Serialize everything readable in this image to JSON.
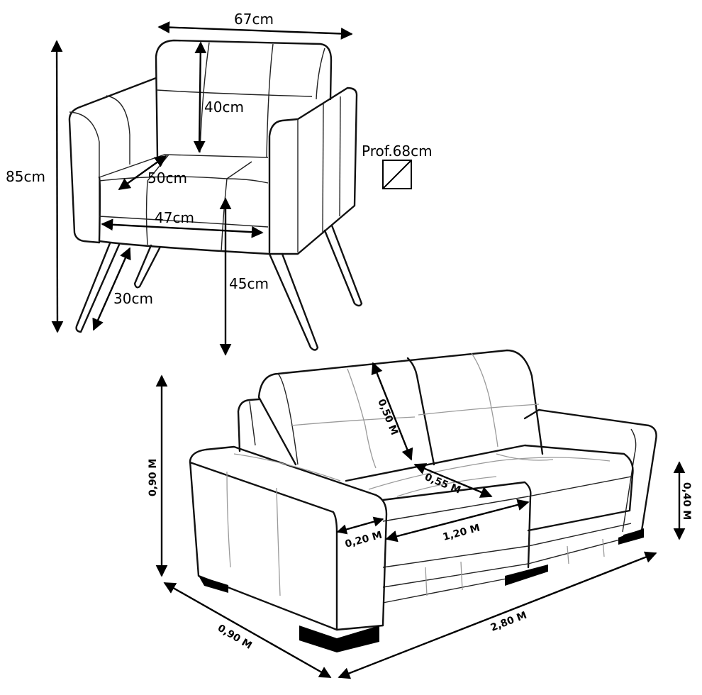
{
  "armchair": {
    "width_label": "67cm",
    "height_label": "85cm",
    "backrest_height_label": "40cm",
    "seat_depth_label": "50cm",
    "seat_width_label": "47cm",
    "seat_height_label": "45cm",
    "leg_length_label": "30cm",
    "depth_label": "Prof.68cm",
    "depth_icon": "square-diagonal-icon"
  },
  "sofa": {
    "height_label": "0,90 M",
    "backrest_height_label": "0,50 M",
    "seat_depth_label": "0,55 M",
    "seat_width_label": "1,20 M",
    "armrest_width_label": "0,20 M",
    "seat_height_label": "0,40 M",
    "depth_label": "0,90 M",
    "width_label": "2,80 M"
  }
}
